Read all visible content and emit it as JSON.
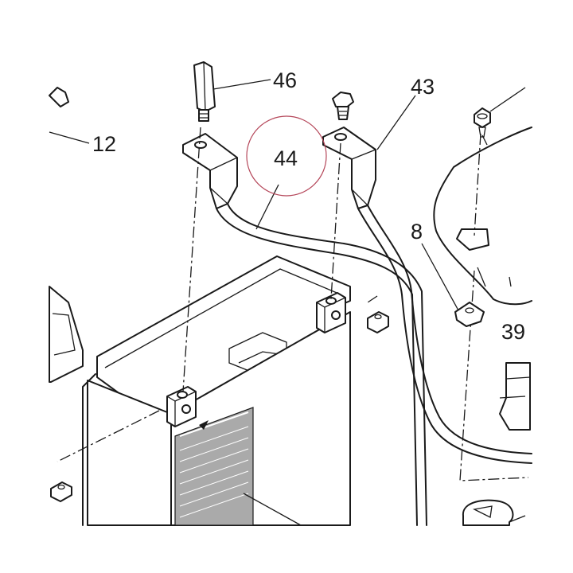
{
  "callouts": {
    "c46": "46",
    "c43": "43",
    "c12": "12",
    "c44": "44",
    "c8": "8",
    "c39": "39"
  },
  "highlight": {
    "color": "#b5475a"
  },
  "line_color": "#1a1a1a",
  "label_color": "#aaaaaa"
}
